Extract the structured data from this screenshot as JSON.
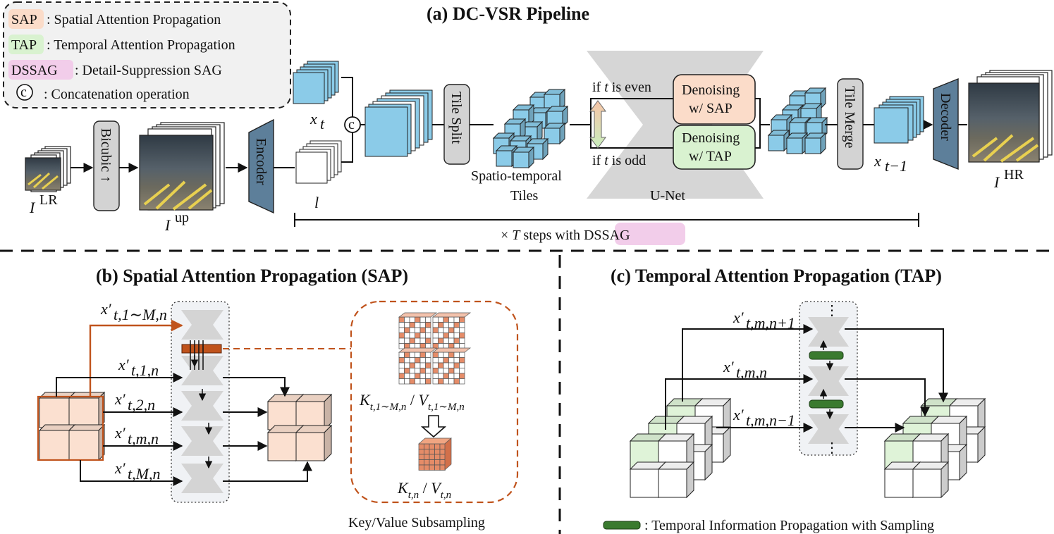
{
  "legend": {
    "sap_tag": "SAP",
    "sap_text": ": Spatial Attention Propagation",
    "tap_tag": "TAP",
    "tap_text": ": Temporal Attention Propagation",
    "dssag_tag": "DSSAG",
    "dssag_text": ": Detail-Suppression SAG",
    "concat_symbol": "c",
    "concat_text": ": Concatenation operation"
  },
  "pipeline": {
    "title": "(a) DC-VSR Pipeline",
    "lr_label": "I",
    "lr_sup": "LR",
    "bicubic": "Bicubic ↑",
    "up_label": "I",
    "up_sup": "up",
    "encoder": "Encoder",
    "xt_label": "x",
    "xt_sub": "t",
    "l_label": "l",
    "concat_symbol": "c",
    "tile_split": "Tile Split",
    "tiles_line1": "Spatio-temporal",
    "tiles_line2": "Tiles",
    "if_even_a": "if ",
    "if_even_t": "t",
    "if_even_b": " is even",
    "if_odd_a": "if ",
    "if_odd_t": "t",
    "if_odd_b": " is odd",
    "den_sap_1": "Denoising",
    "den_sap_2": "w/ SAP",
    "den_tap_1": "Denoising",
    "den_tap_2": "w/ TAP",
    "unet": "U-Net",
    "tile_merge": "Tile Merge",
    "xt1_label": "x",
    "xt1_sub": "t−1",
    "decoder": "Decoder",
    "hr_label": "I",
    "hr_sup": "HR",
    "steps_a": "× ",
    "steps_t": "T",
    "steps_b": " steps with ",
    "steps_tag": "DSSAG"
  },
  "sap": {
    "title": "(b) Spatial Attention Propagation (SAP)",
    "in_all": "x′",
    "in_all_sub": "t,1∼M,n",
    "in_1": "x′",
    "in_1_sub": "t,1,n",
    "in_2": "x′",
    "in_2_sub": "t,2,n",
    "in_m": "x′",
    "in_m_sub": "t,m,n",
    "in_M": "x′",
    "in_M_sub": "t,M,n",
    "kv_all_k": "K",
    "kv_all_k_sub": "t,1∼M,n",
    "kv_slash": " / ",
    "kv_all_v": "V",
    "kv_all_v_sub": "t,1∼M,n",
    "kv_k": "K",
    "kv_k_sub": "t,n",
    "kv_v": "V",
    "kv_v_sub": "t,n",
    "subsampling": "Key/Value Subsampling"
  },
  "tap": {
    "title": "(c) Temporal Attention Propagation (TAP)",
    "in_next": "x′",
    "in_next_sub": "t,m,n+1",
    "in_cur": "x′",
    "in_cur_sub": "t,m,n",
    "in_prev": "x′",
    "in_prev_sub": "t,m,n−1",
    "dots": "⋮",
    "legend_text": ": Temporal Information Propagation with Sampling"
  },
  "colors": {
    "sap": "#fbe0d0",
    "tap": "#dff3d8",
    "dssag": "#f4d3ec",
    "frame": "#8bcbe8",
    "orange": "#c0531c",
    "green_bar": "#3a7a2f",
    "gray_block": "#d4d4d4"
  }
}
